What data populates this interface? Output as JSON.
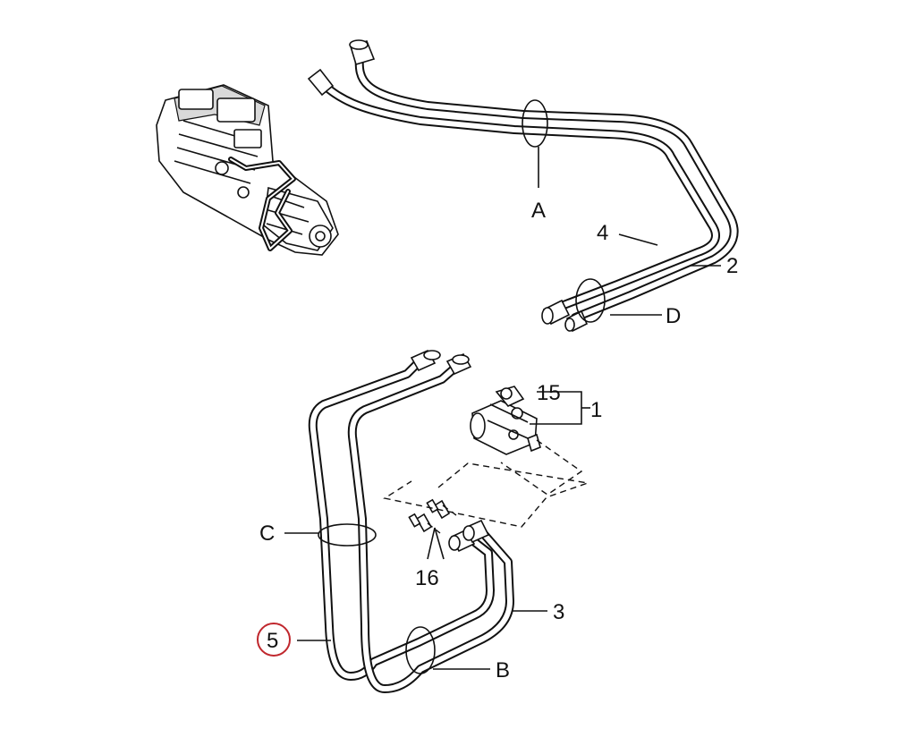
{
  "labels": {
    "a": "A",
    "b": "B",
    "c": "C",
    "d": "D",
    "one": "1",
    "two": "2",
    "three": "3",
    "four": "4",
    "five": "5",
    "fifteen": "15",
    "sixteen": "16"
  },
  "colors": {
    "line": "#111111",
    "highlight_circle": "#c0272d",
    "background": "#ffffff"
  },
  "icons": {
    "engine": "engine-transmission-icon"
  }
}
